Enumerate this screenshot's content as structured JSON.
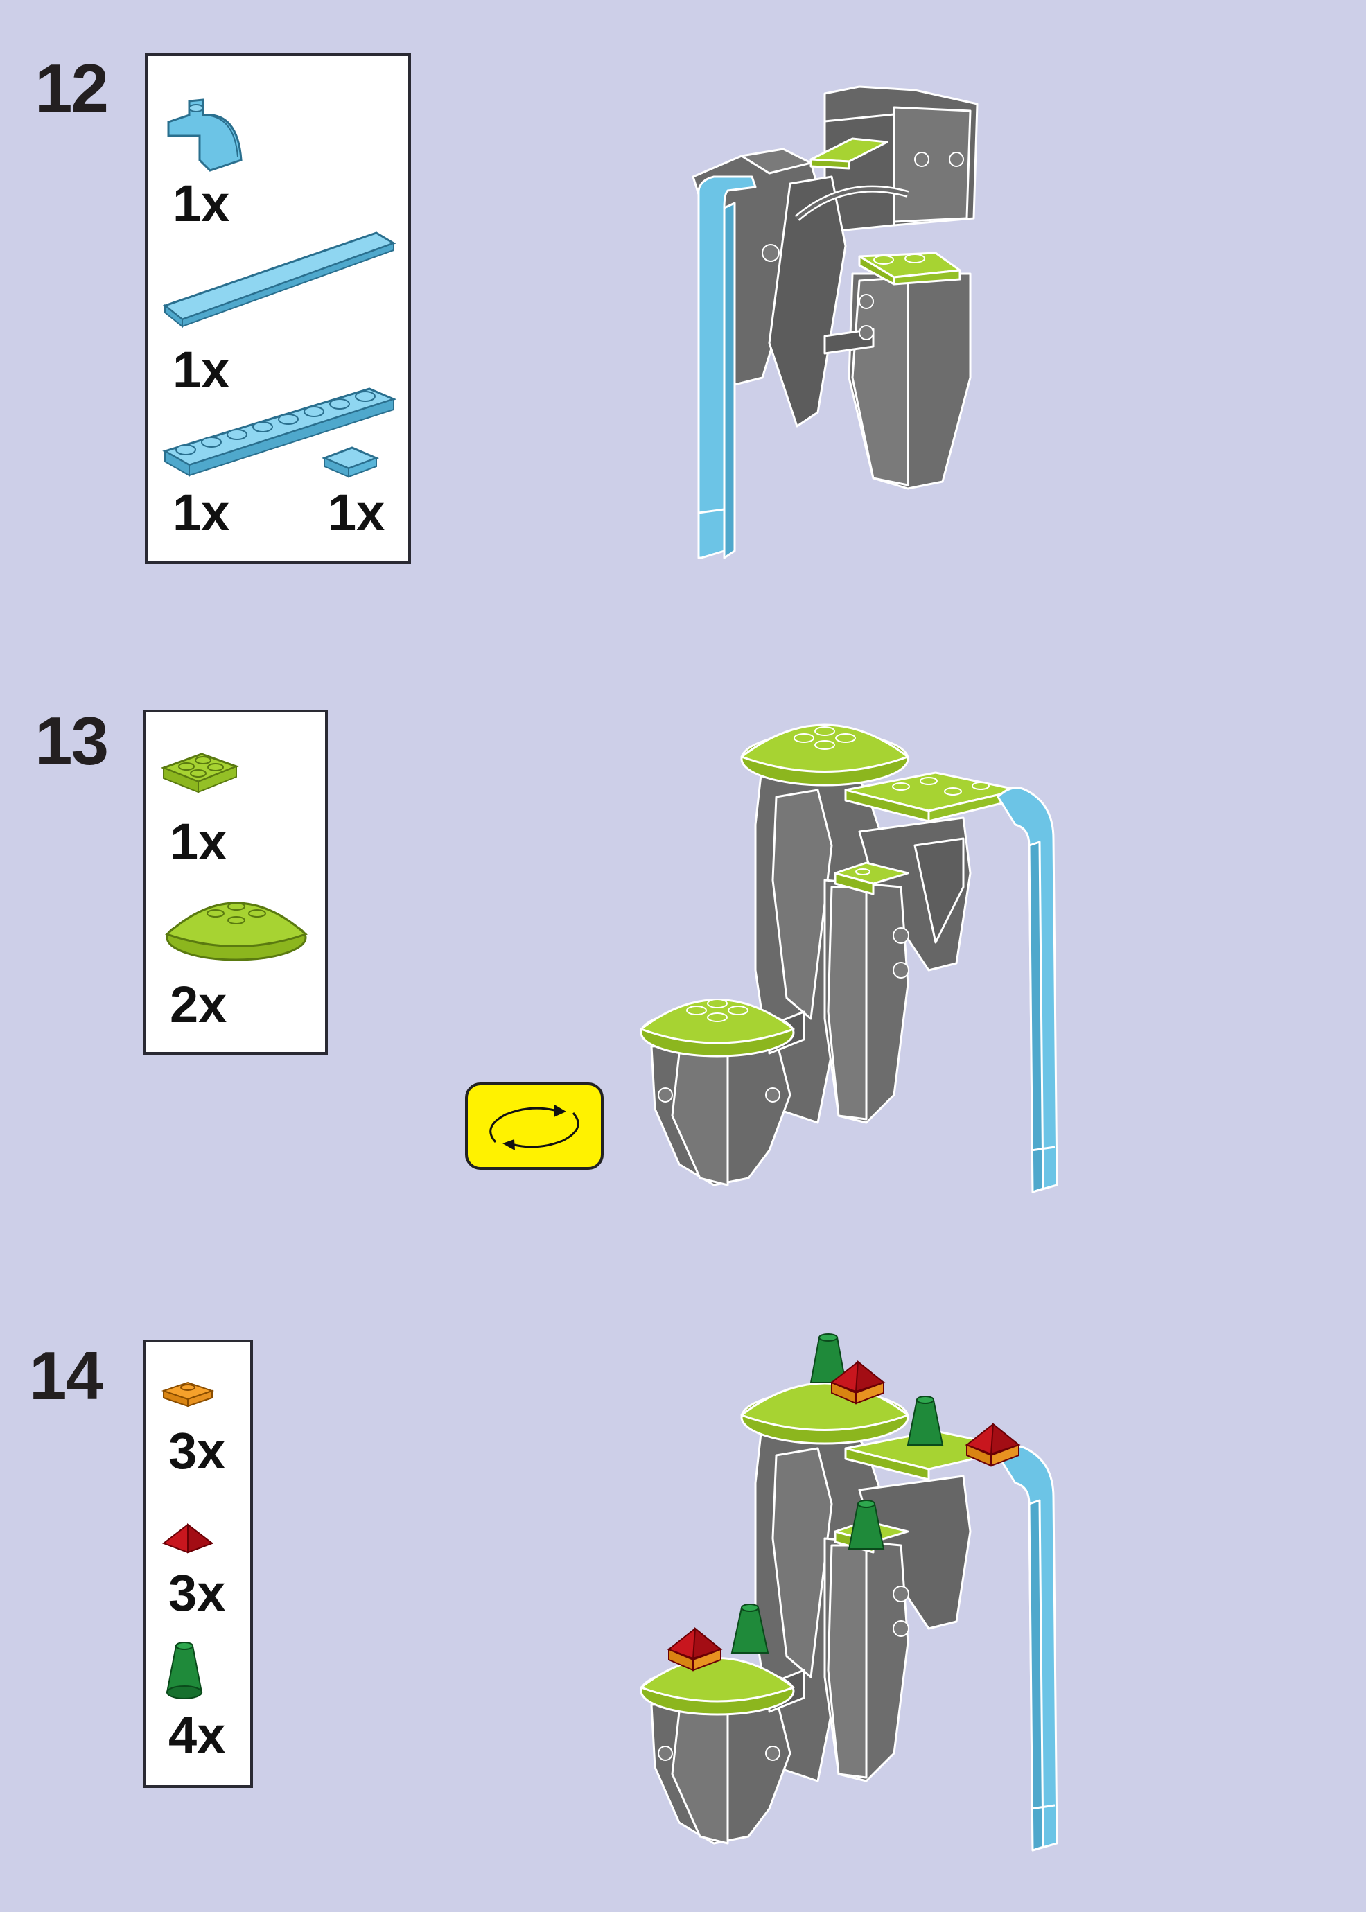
{
  "colors": {
    "background": "#cdcfe8",
    "medium_azure": "#6cc4e6",
    "lime": "#a7d332",
    "dark_stone_grey": "#6a6a6a",
    "bright_orange": "#f6a12b",
    "red": "#c8161e",
    "dark_green": "#1f8a3a",
    "rotate_yellow": "#fff200"
  },
  "steps": [
    {
      "number": "12",
      "parts": [
        {
          "icon": "azure-curved-slope-icon",
          "qty": "1x"
        },
        {
          "icon": "azure-long-tile-icon",
          "qty": "1x"
        },
        {
          "icon": "azure-long-plate-icon",
          "qty": "1x"
        },
        {
          "icon": "azure-small-tile-icon",
          "qty": "1x"
        }
      ]
    },
    {
      "number": "13",
      "parts": [
        {
          "icon": "lime-plate-2x2-icon",
          "qty": "1x"
        },
        {
          "icon": "lime-round-dish-icon",
          "qty": "2x"
        }
      ],
      "rotate_icon": "rotate-model-icon"
    },
    {
      "number": "14",
      "parts": [
        {
          "icon": "orange-round-plate-icon",
          "qty": "3x"
        },
        {
          "icon": "red-slope-icon",
          "qty": "3x"
        },
        {
          "icon": "green-cone-icon",
          "qty": "4x"
        }
      ]
    }
  ]
}
